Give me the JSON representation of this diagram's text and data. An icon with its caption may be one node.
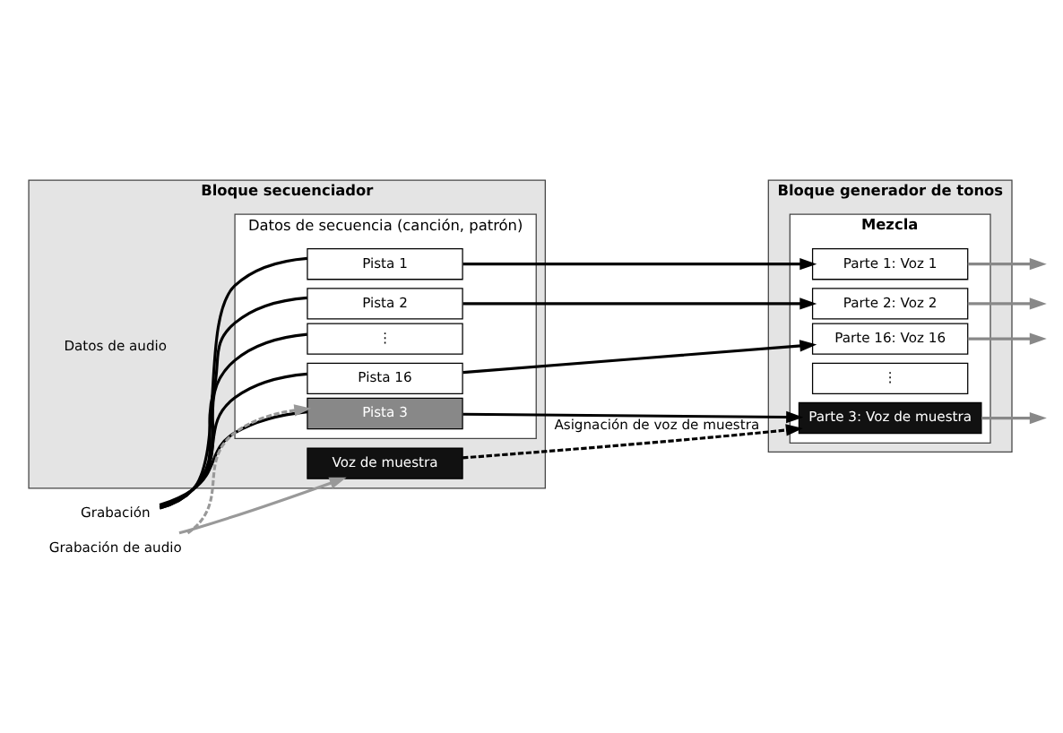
{
  "diagram": {
    "nodes": [
      {
        "text": [
          "Bloque secuenciador"
        ]
      },
      {
        "text": [
          "Datos de secuencia (canción, patrón)"
        ],
        "in": 0
      },
      {
        "text": [
          "Pista 1"
        ],
        "in": 1
      },
      {
        "text": [
          "Pista 2"
        ],
        "in": 1
      },
      {
        "text": [
          "Pista 3"
        ],
        "in": 1
      },
      {
        "text": [
          "⋮"
        ],
        "in": 1
      },
      {
        "text": [
          "Pista 16"
        ],
        "in": 1
      },
      {
        "text": [
          "Voz de muestra"
        ],
        "in": 0
      },
      {
        "text": [
          "Bloque generador de tonos"
        ]
      },
      {
        "text": [
          "Mezcla"
        ],
        "in": 8
      },
      {
        "text": [
          "Parte 1: Voz 1"
        ],
        "in": 9
      },
      {
        "text": [
          "Parte 2: Voz 2"
        ],
        "in": 9
      },
      {
        "text": [
          "Parte 3: Voz de muestra"
        ],
        "in": 9
      },
      {
        "text": [
          "⋮"
        ],
        "in": 9
      },
      {
        "text": [
          "Parte 16: Voz 16"
        ],
        "in": 9
      },
      {
        "text": [
          "Grabación"
        ]
      },
      {
        "text": [
          "Grabación de audio"
        ]
      }
    ],
    "edges": [
      {
        "from": 15,
        "to": 2,
        "arrow": "none"
      },
      {
        "from": 15,
        "to": 3,
        "arrow": "none"
      },
      {
        "from": 15,
        "to": 4,
        "arrow": "none"
      },
      {
        "from": 15,
        "to": 5,
        "arrow": "none"
      },
      {
        "from": 15,
        "to": 6,
        "arrow": "none"
      },
      {
        "from": 16,
        "to": 4,
        "arrow": "to",
        "style": "dashed",
        "color": "#999999"
      },
      {
        "from": 16,
        "to": 7,
        "arrow": "to",
        "color": "#999999"
      },
      {
        "from": 2,
        "to": 10,
        "arrow": "to"
      },
      {
        "from": 3,
        "to": 11,
        "arrow": "to"
      },
      {
        "from": 4,
        "to": 12,
        "arrow": "to"
      },
      {
        "from": 6,
        "to": 14,
        "arrow": "to"
      },
      {
        "from": 7,
        "to": 12,
        "arrow": "to",
        "style": "dashed",
        "label": "Asignación de voz de muestra"
      },
      {
        "from": 10,
        "to": null,
        "arrow": "to",
        "color": "#888888"
      },
      {
        "from": 11,
        "to": null,
        "arrow": "to",
        "color": "#888888"
      },
      {
        "from": 12,
        "to": null,
        "arrow": "to",
        "color": "#888888"
      },
      {
        "from": 14,
        "to": null,
        "arrow": "to",
        "color": "#888888"
      }
    ],
    "labels": [
      "Datos de audio"
    ]
  }
}
